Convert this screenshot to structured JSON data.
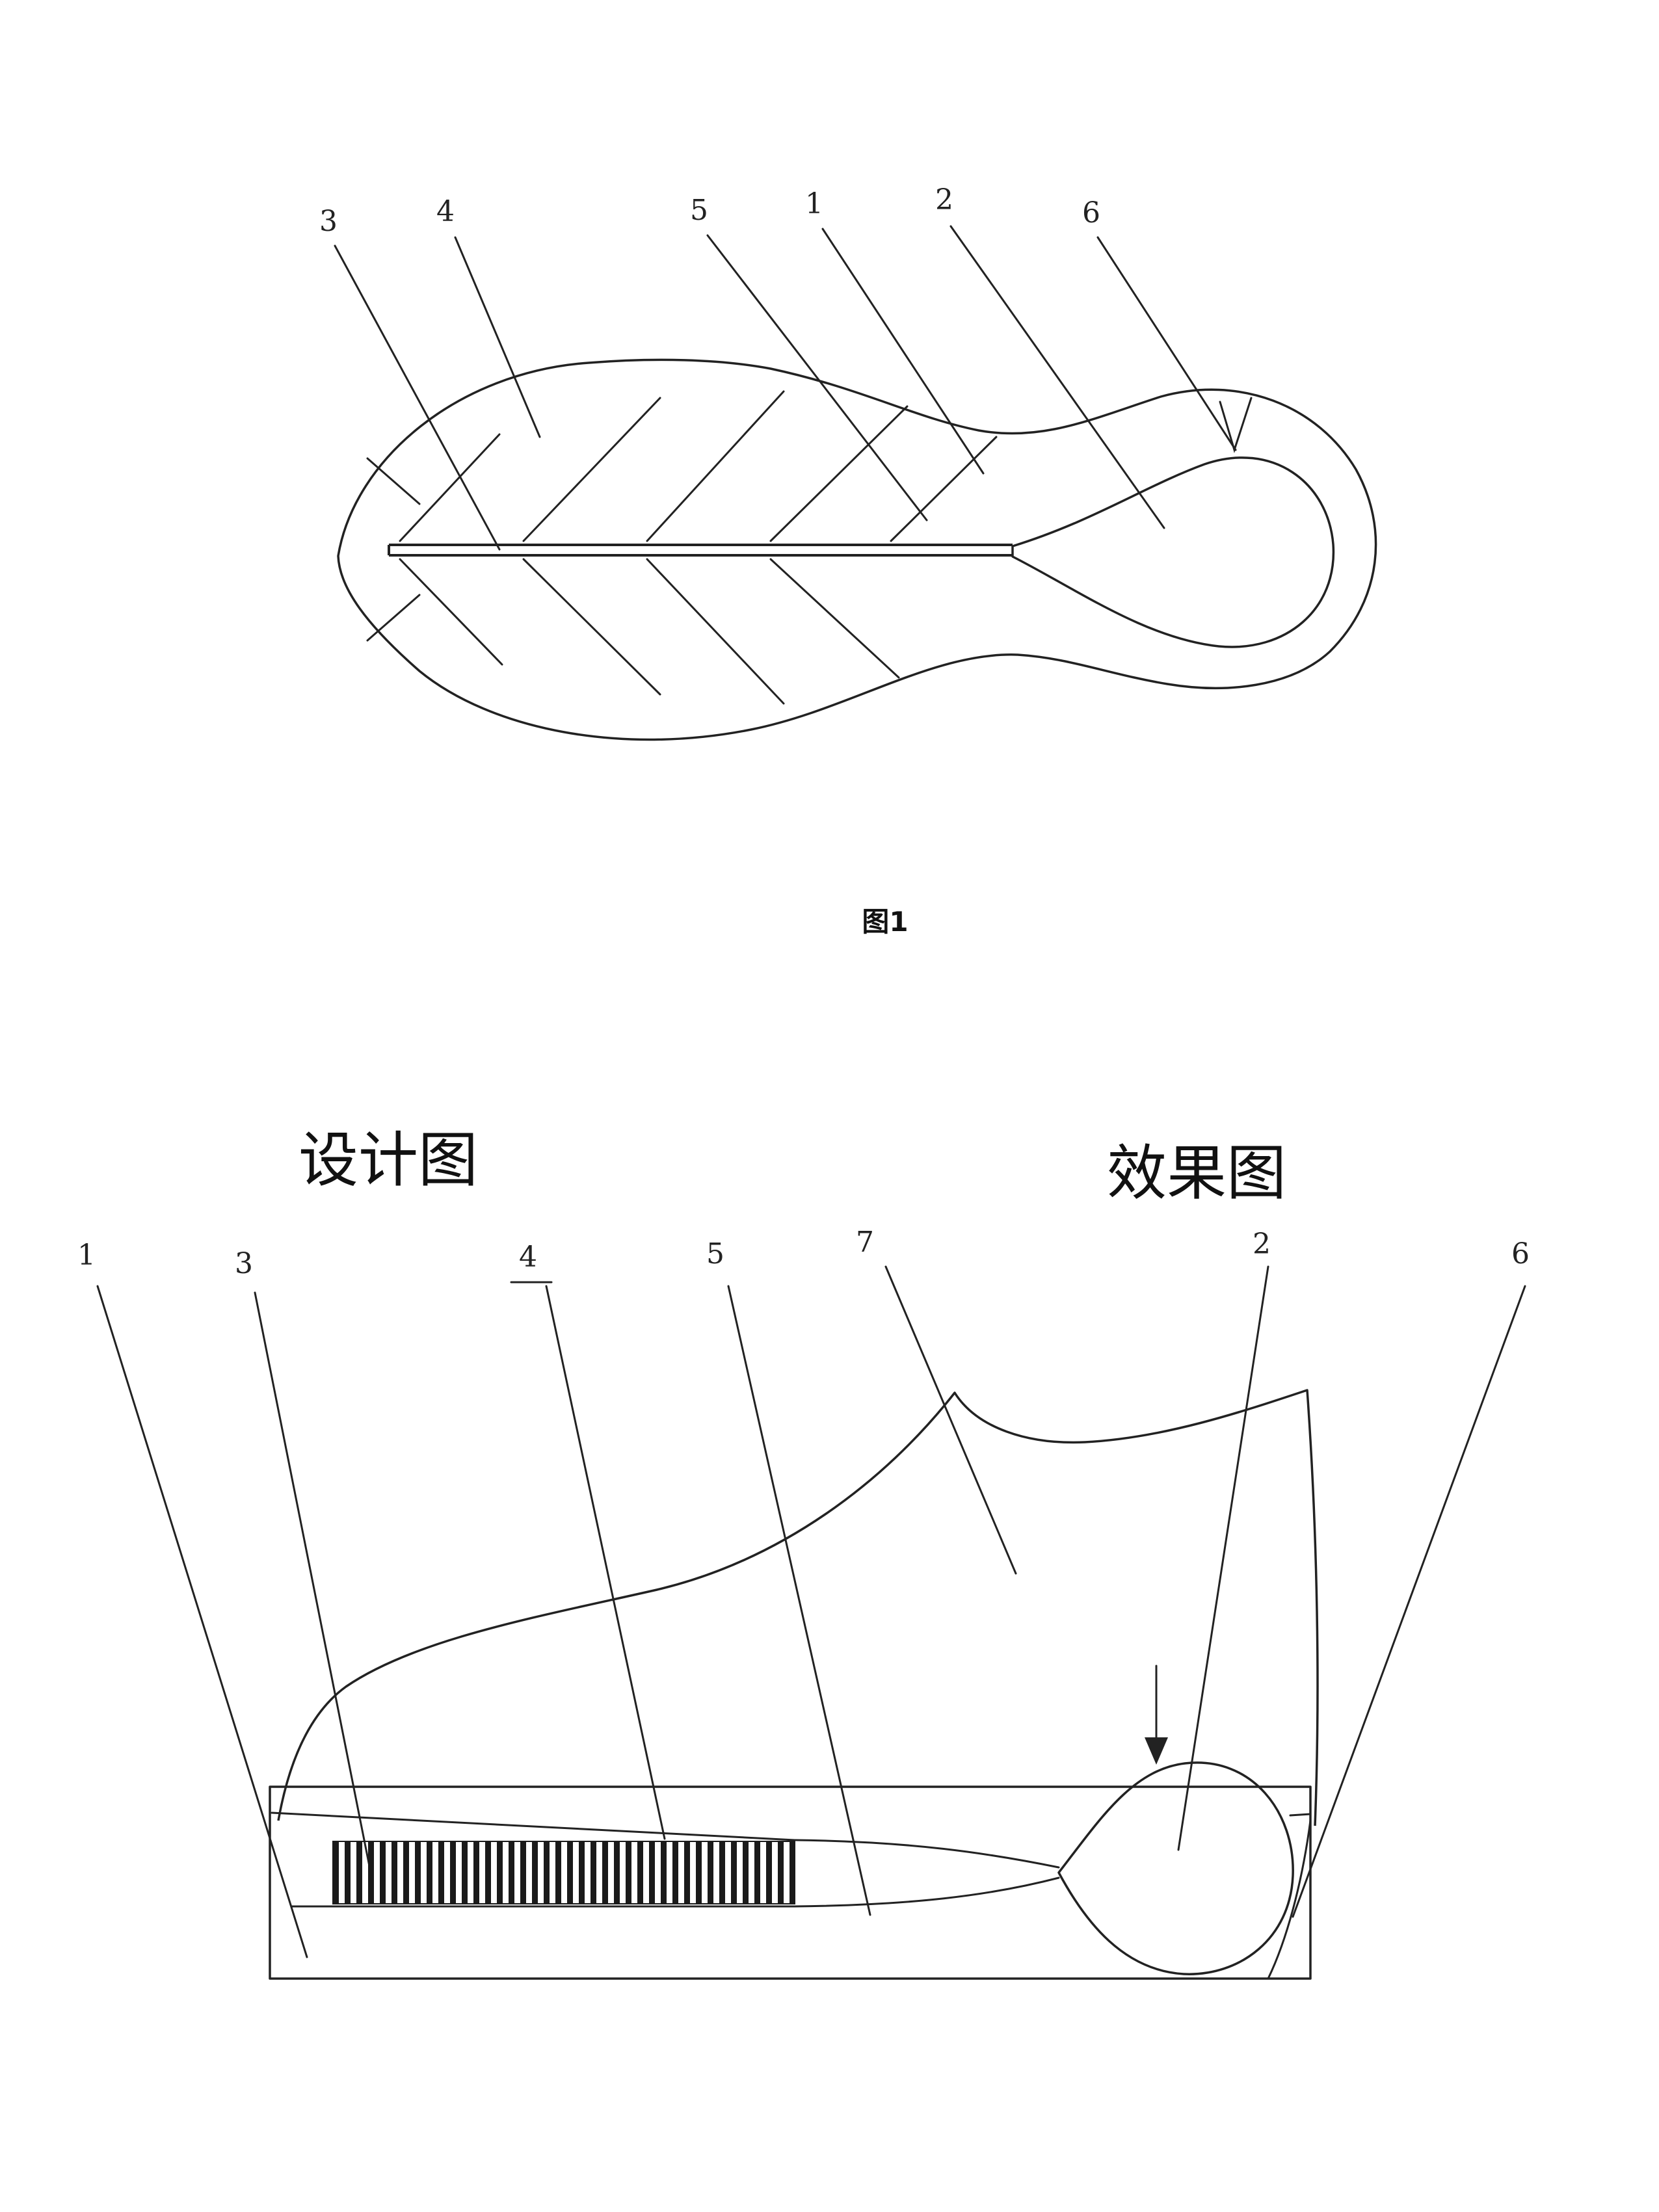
{
  "figure1": {
    "caption": "图1",
    "refs": [
      {
        "text": "3"
      },
      {
        "text": "4"
      },
      {
        "text": "5"
      },
      {
        "text": "1"
      },
      {
        "text": "2"
      },
      {
        "text": "6"
      }
    ]
  },
  "section_titles": {
    "design": "设计图",
    "effect": "效果图"
  },
  "figure2": {
    "refs": [
      {
        "text": "1"
      },
      {
        "text": "3"
      },
      {
        "text": "4"
      },
      {
        "text": "5"
      },
      {
        "text": "7"
      },
      {
        "text": "2"
      },
      {
        "text": "6"
      }
    ]
  },
  "colors": {
    "line": "#222222",
    "background": "#ffffff"
  }
}
